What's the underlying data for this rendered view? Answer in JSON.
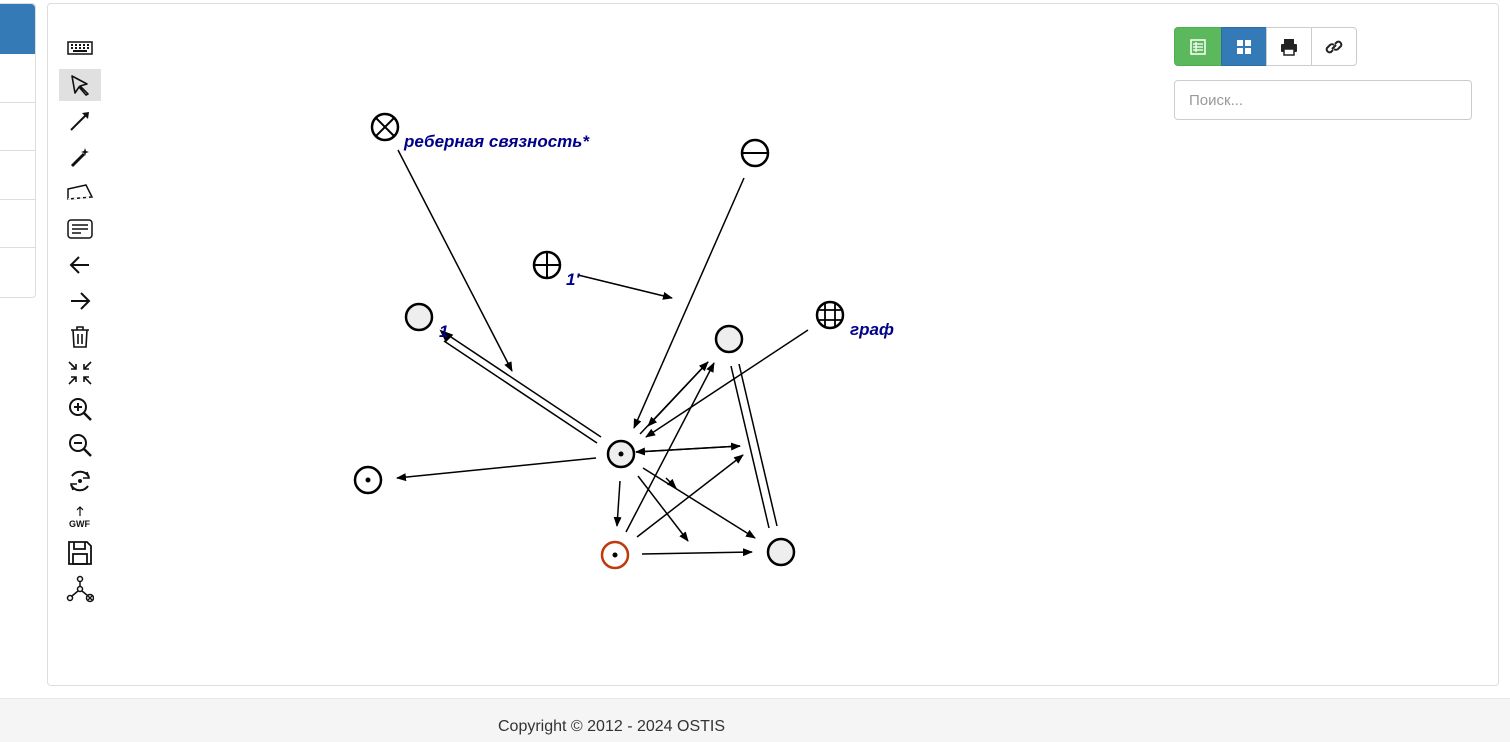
{
  "toolbar": {
    "tools": [
      {
        "name": "keyboard-icon"
      },
      {
        "name": "select-pointer-icon"
      },
      {
        "name": "arc-tool-icon"
      },
      {
        "name": "magic-wand-icon"
      },
      {
        "name": "contour-tool-icon"
      },
      {
        "name": "link-text-icon"
      },
      {
        "name": "back-arrow-icon"
      },
      {
        "name": "forward-arrow-icon"
      },
      {
        "name": "trash-icon"
      },
      {
        "name": "collapse-icon"
      },
      {
        "name": "zoom-in-icon"
      },
      {
        "name": "zoom-out-icon"
      },
      {
        "name": "integrate-icon"
      },
      {
        "name": "gwf-upload-icon",
        "label": "GWF"
      },
      {
        "name": "save-icon"
      },
      {
        "name": "graph-layout-icon"
      }
    ]
  },
  "view_buttons": [
    "table-view-icon",
    "grid-view-icon",
    "print-icon",
    "link-icon"
  ],
  "search": {
    "placeholder": "Поиск..."
  },
  "graph": {
    "labels": {
      "edge_connectivity": "реберная связность*",
      "one_prime": "1'",
      "one": "1",
      "graph": "граф"
    }
  },
  "footer": {
    "copyright": "Copyright © 2012 - 2024 OSTIS"
  },
  "colors": {
    "label": "#00008b",
    "accent_blue": "#337ab7",
    "accent_green": "#5cb85c",
    "selected_node": "#c0390b"
  }
}
